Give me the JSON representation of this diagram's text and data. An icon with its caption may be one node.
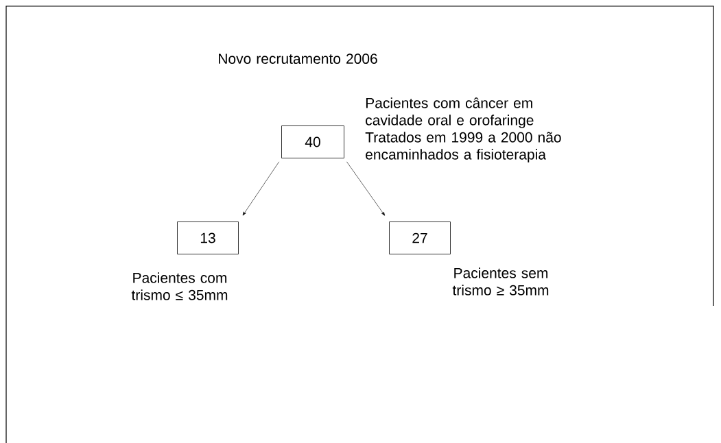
{
  "diagram": {
    "title": "Novo recrutamento 2006",
    "nodes": [
      {
        "text": [
          "40"
        ],
        "beside": [
          "Pacientes com câncer em cavidade oral e orofaringe Tratados em 1999 a 2000 não encaminhados a fisioterapia"
        ]
      },
      {
        "text": [
          "13"
        ],
        "beside": [
          "Pacientes com trismo ≤ 35mm"
        ]
      },
      {
        "text": [
          "27"
        ],
        "beside": [
          "Pacientes sem trismo ≥ 35mm"
        ]
      }
    ],
    "edges": [
      {
        "from": 0,
        "to": 1,
        "arrow": "to"
      },
      {
        "from": 0,
        "to": 2,
        "arrow": "to"
      }
    ]
  }
}
